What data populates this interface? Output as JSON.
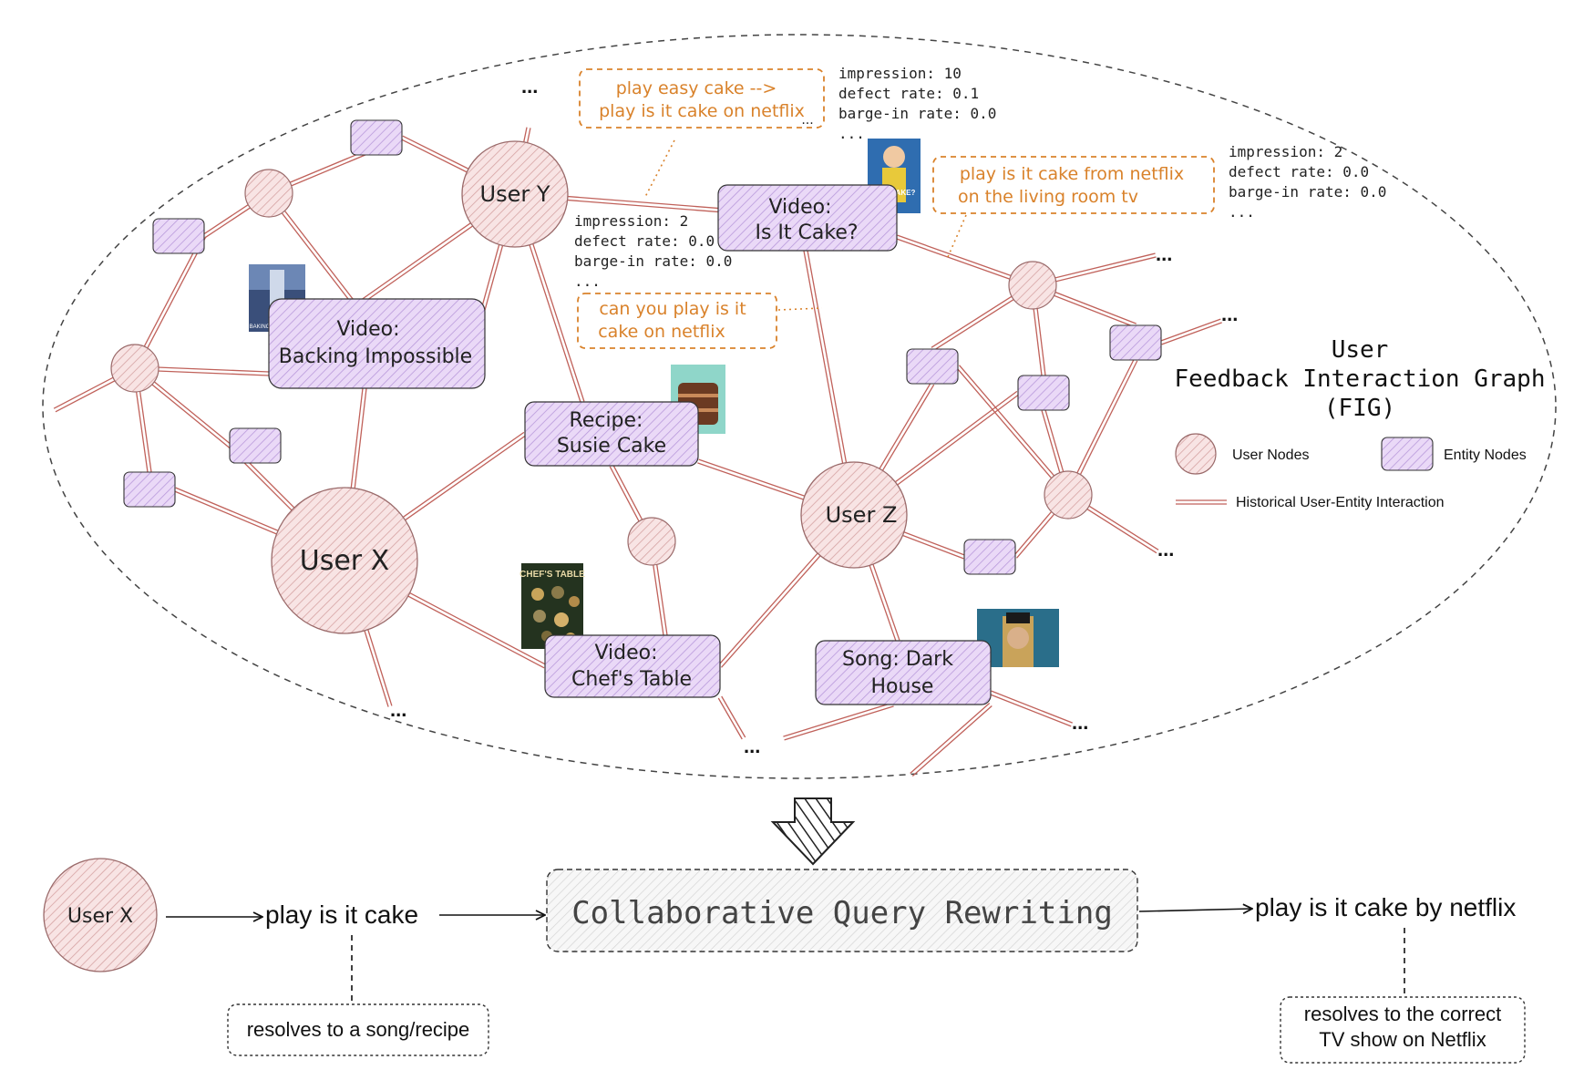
{
  "colors": {
    "user_node_fill": "#f6dede",
    "user_node_stroke": "#9a6a6a",
    "entity_fill": "#e6d6f5",
    "entity_stroke": "#333333",
    "edge": "#c0615a",
    "query_text": "#d9822b",
    "hatch_user": "#d9a0a0",
    "hatch_entity": "#b99ad9"
  },
  "graph": {
    "title_lines": [
      "User",
      "Feedback Interaction Graph",
      "(FIG)"
    ],
    "legend": {
      "user_nodes": "User Nodes",
      "entity_nodes": "Entity Nodes",
      "interaction": "Historical User-Entity Interaction"
    },
    "users": {
      "user_y": "User Y",
      "user_x": "User X",
      "user_z": "User Z"
    },
    "entities": {
      "is_it_cake": [
        "Video:",
        "Is It Cake?"
      ],
      "baking_impossible": [
        "Video:",
        "Backing Impossible"
      ],
      "susie_cake": [
        "Recipe:",
        "Susie Cake"
      ],
      "chefs_table": [
        "Video:",
        "Chef's Table"
      ],
      "dark_house": [
        "Song: Dark",
        "House"
      ]
    },
    "thumbnails": {
      "is_it_cake": "IS IT CAKE?",
      "baking_impossible": "BAKING IMPOSSIBLE",
      "chefs_table": "CHEF'S TABLE"
    },
    "queries": {
      "q1": [
        "play easy cake -->",
        "play is it cake on netflix",
        "..."
      ],
      "q2": [
        "play is it cake from netflix",
        "on the living room tv"
      ],
      "q3": [
        "can you play is it",
        "cake on netflix"
      ]
    },
    "stats": {
      "s1": [
        "impression: 10",
        "defect rate: 0.1",
        "barge-in rate: 0.0",
        "..."
      ],
      "s2": [
        "impression: 2",
        "defect rate: 0.0",
        "barge-in rate: 0.0",
        "..."
      ],
      "s3": [
        "impression: 2",
        "defect rate: 0.0",
        "barge-in rate: 0.0",
        "..."
      ]
    },
    "ellipsis": "..."
  },
  "pipeline": {
    "user": "User X",
    "input_query": "play is it cake",
    "rewriter": "Collaborative Query Rewriting",
    "output_query": "play is it cake by netflix",
    "input_note": "resolves to a song/recipe",
    "output_note": [
      "resolves to the correct",
      "TV show on Netflix"
    ]
  }
}
